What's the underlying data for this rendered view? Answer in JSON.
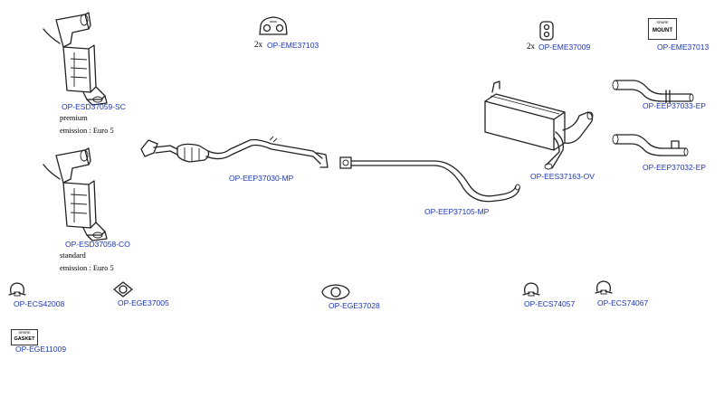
{
  "parts": {
    "dpf_premium": {
      "code": "OP-ESD37059-SC",
      "variant": "premium",
      "emission": "emission : Euro 5"
    },
    "dpf_standard": {
      "code": "OP-ESD37058-CO",
      "variant": "standard",
      "emission": "emission : Euro 5"
    },
    "mount_rubber_a": {
      "code": "OP-EME37103",
      "qty": "2x"
    },
    "mount_rubber_b": {
      "code": "OP-EME37009",
      "qty": "2x"
    },
    "mount_box": {
      "code": "OP-EME37013",
      "box_label": "MOUNT",
      "box_small": "SPARE"
    },
    "front_pipe": {
      "code": "OP-EEP37030-MP"
    },
    "middle_pipe": {
      "code": "OP-EEP37105-MP"
    },
    "rear_silencer": {
      "code": "OP-EES37163-OV"
    },
    "tail_pipe_1": {
      "code": "OP-EEP37033-EP"
    },
    "tail_pipe_2": {
      "code": "OP-EEP37032-EP"
    },
    "clamp_1": {
      "code": "OP-ECS42008"
    },
    "gasket_1": {
      "code": "OP-EGE37005"
    },
    "gasket_2": {
      "code": "OP-EGE37028"
    },
    "clamp_2": {
      "code": "OP-ECS74057"
    },
    "clamp_3": {
      "code": "OP-ECS74067"
    },
    "gasket_box": {
      "code": "OP-EGE11009",
      "box_label": "GASKET",
      "box_small": "SPARE"
    }
  },
  "colors": {
    "link": "#1a35b8",
    "line": "#222222",
    "background": "#ffffff"
  }
}
